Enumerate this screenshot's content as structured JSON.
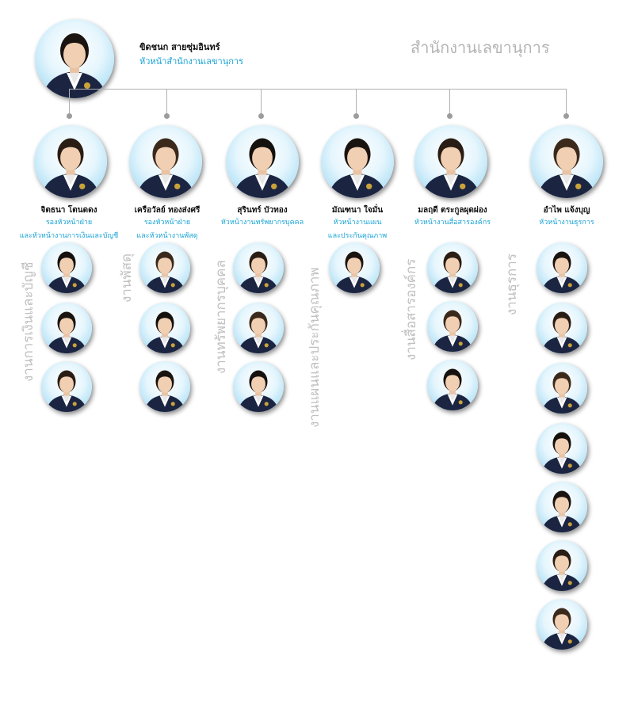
{
  "header": {
    "department_title": "สำนักงานเลขานุการ",
    "chief_name": "ขิดชนก สายซุ่มอินทร์",
    "chief_role": "หัวหน้าสำนักงานเลขานุการ"
  },
  "heads": [
    {
      "name": "จิตธนา โตนดดง",
      "role1": "รองหัวหน้าฝ่าย",
      "role2": "และหัวหน้างานการเงินและบัญชี"
    },
    {
      "name": "เครือวัลย์ ทองส่งศรี",
      "role1": "รองหัวหน้าฝ่าย",
      "role2": "และหัวหน้างานพัสดุ"
    },
    {
      "name": "สุรินทร์ บัวทอง",
      "role1": "หัวหน้างานทรัพยากรบุคคล",
      "role2": ""
    },
    {
      "name": "มัณฑนา ใจมั่น",
      "role1": "หัวหน้างานแผน",
      "role2": "และประกันคุณภาพ"
    },
    {
      "name": "มลฤดี ตระกูลผุดผ่อง",
      "role1": "หัวหน้างานสื่อสารองค์กร",
      "role2": ""
    },
    {
      "name": "อำไพ แจ้งบุญ",
      "role1": "หัวหน้างานธุรการ",
      "role2": ""
    }
  ],
  "unit_labels": [
    "งานการเงินและบัญชี",
    "งานพัสดุ",
    "งานทรัพยากรบุคคล",
    "งานแผนและประกันคุณภาพ",
    "งานสื่อสารองค์กร",
    "งานธุรการ"
  ],
  "colors": {
    "role_text": "#1aa3d6",
    "title_gray": "#b5b5b5",
    "uniform_navy": "#1b2542",
    "connector": "#b0b0b0"
  }
}
